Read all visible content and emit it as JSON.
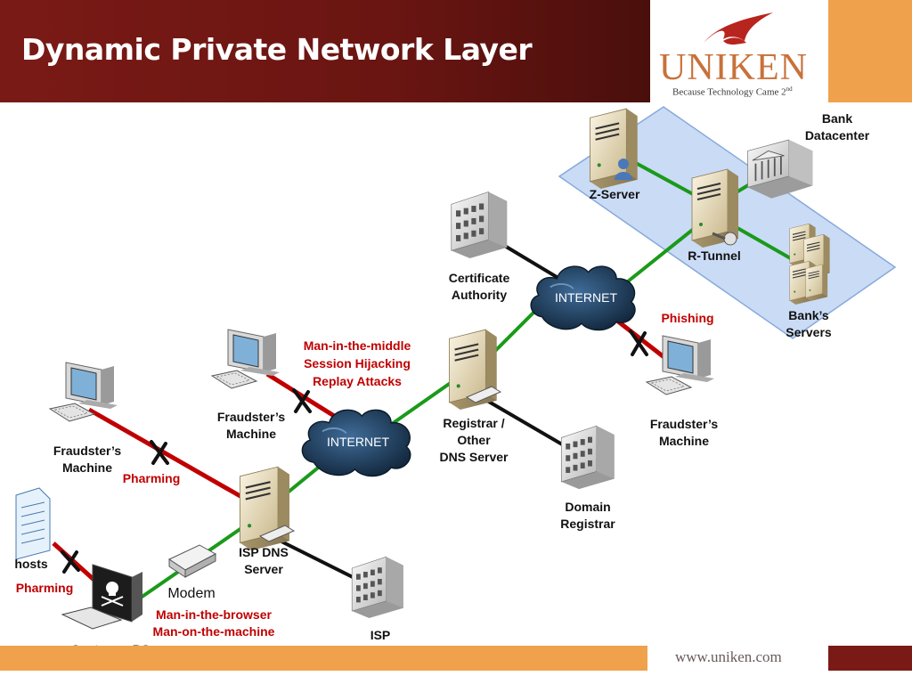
{
  "header": {
    "title": "Dynamic Private Network Layer"
  },
  "logo": {
    "word": "UNIKEN",
    "tagline": "Because Technology Came 2",
    "tagline_sup": "nd"
  },
  "footer": {
    "url": "www.uniken.com"
  },
  "colors": {
    "header": "#7a1a16",
    "accent_orange": "#f0a14c",
    "attack_red": "#c00000",
    "secure_green": "#1a9a1a",
    "bank_zone": "#c5d8f5"
  },
  "labels": {
    "bank_datacenter": "Bank\nDatacenter",
    "z_server": "Z-Server",
    "r_tunnel": "R-Tunnel",
    "banks_servers": "Bank’s\nServers",
    "certificate_authority": "Certificate\nAuthority",
    "internet_top": "INTERNET",
    "internet_mid": "INTERNET",
    "phishing": "Phishing",
    "mitm": "Man-in-the-middle\nSession Hijacking\nReplay Attacks",
    "fraudster_mid": "Fraudster’s\nMachine",
    "fraudster_right": "Fraudster’s\nMachine",
    "fraudster_left": "Fraudster’s\nMachine",
    "registrar": "Registrar /\nOther\nDNS Server",
    "domain_registrar": "Domain\nRegistrar",
    "pharming_left": "Pharming",
    "isp_dns": "ISP DNS\nServer",
    "hosts": "hosts",
    "pharming_bottom": "Pharming",
    "modem": "Modem",
    "mitb": "Man-in-the-browser\nMan-on-the-machine",
    "isp": "ISP",
    "customer_pc": "Customer PC"
  },
  "icons": [
    "server-icon",
    "desktop-pc-icon",
    "cloud-icon",
    "office-building-icon",
    "bank-building-icon",
    "document-icon",
    "modem-icon",
    "user-icon",
    "key-icon",
    "skull-crossbones-icon",
    "blocked-x-icon"
  ]
}
